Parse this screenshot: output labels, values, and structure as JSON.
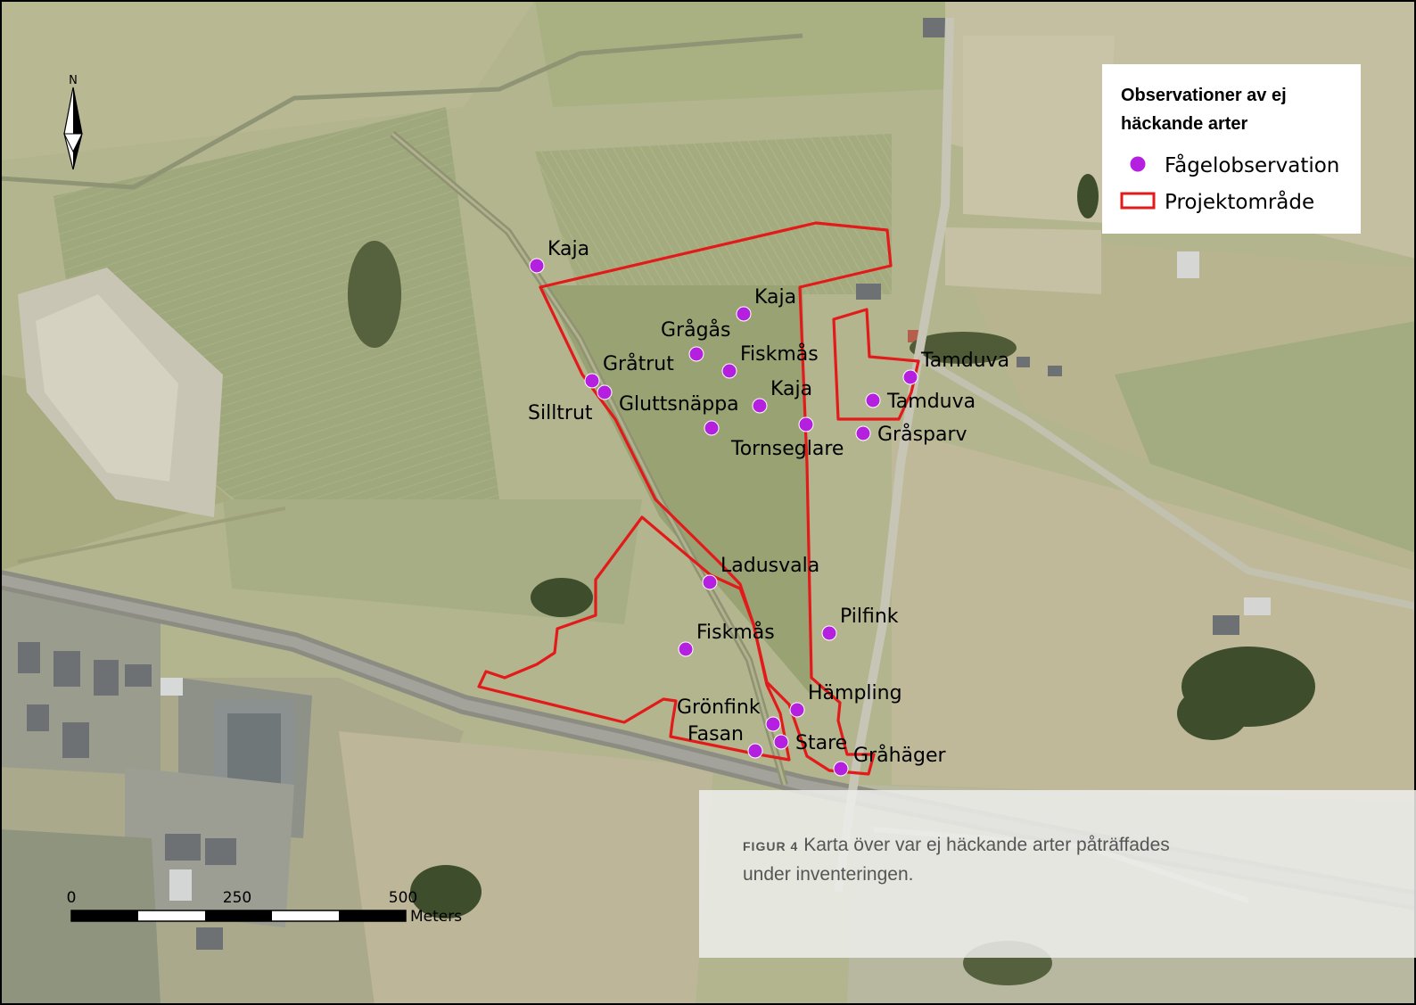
{
  "colors": {
    "observation": "#b51fe0",
    "project_area": "#e21a1a"
  },
  "legend": {
    "title_line1": "Observationer av ej",
    "title_line2": "häckande arter",
    "items": [
      {
        "label": "Fågelobservation",
        "symbol": "purple-dot-icon"
      },
      {
        "label": "Projektområde",
        "symbol": "red-outline-rectangle-icon"
      }
    ]
  },
  "north_arrow": {
    "label": "N"
  },
  "scale_bar": {
    "labels": [
      "0",
      "250",
      "500"
    ],
    "unit": "Meters"
  },
  "observations": [
    {
      "label": "Kaja"
    },
    {
      "label": "Kaja"
    },
    {
      "label": "Grågås"
    },
    {
      "label": "Fiskmås"
    },
    {
      "label": "Gråtrut"
    },
    {
      "label": "Silltrut"
    },
    {
      "label": "Gluttsnäppa"
    },
    {
      "label": "Kaja"
    },
    {
      "label": "Tornseglare"
    },
    {
      "label": "Tamduva"
    },
    {
      "label": "Tamduva"
    },
    {
      "label": "Gråsparv"
    },
    {
      "label": "Ladusvala"
    },
    {
      "label": "Fiskmås"
    },
    {
      "label": "Pilfink"
    },
    {
      "label": "Hämpling"
    },
    {
      "label": "Grönfink"
    },
    {
      "label": "Stare"
    },
    {
      "label": "Fasan"
    },
    {
      "label": "Gråhäger"
    }
  ],
  "caption": {
    "figure_tag": "FIGUR 4",
    "text": "Karta över var ej häckande arter påträffades under inventeringen."
  }
}
